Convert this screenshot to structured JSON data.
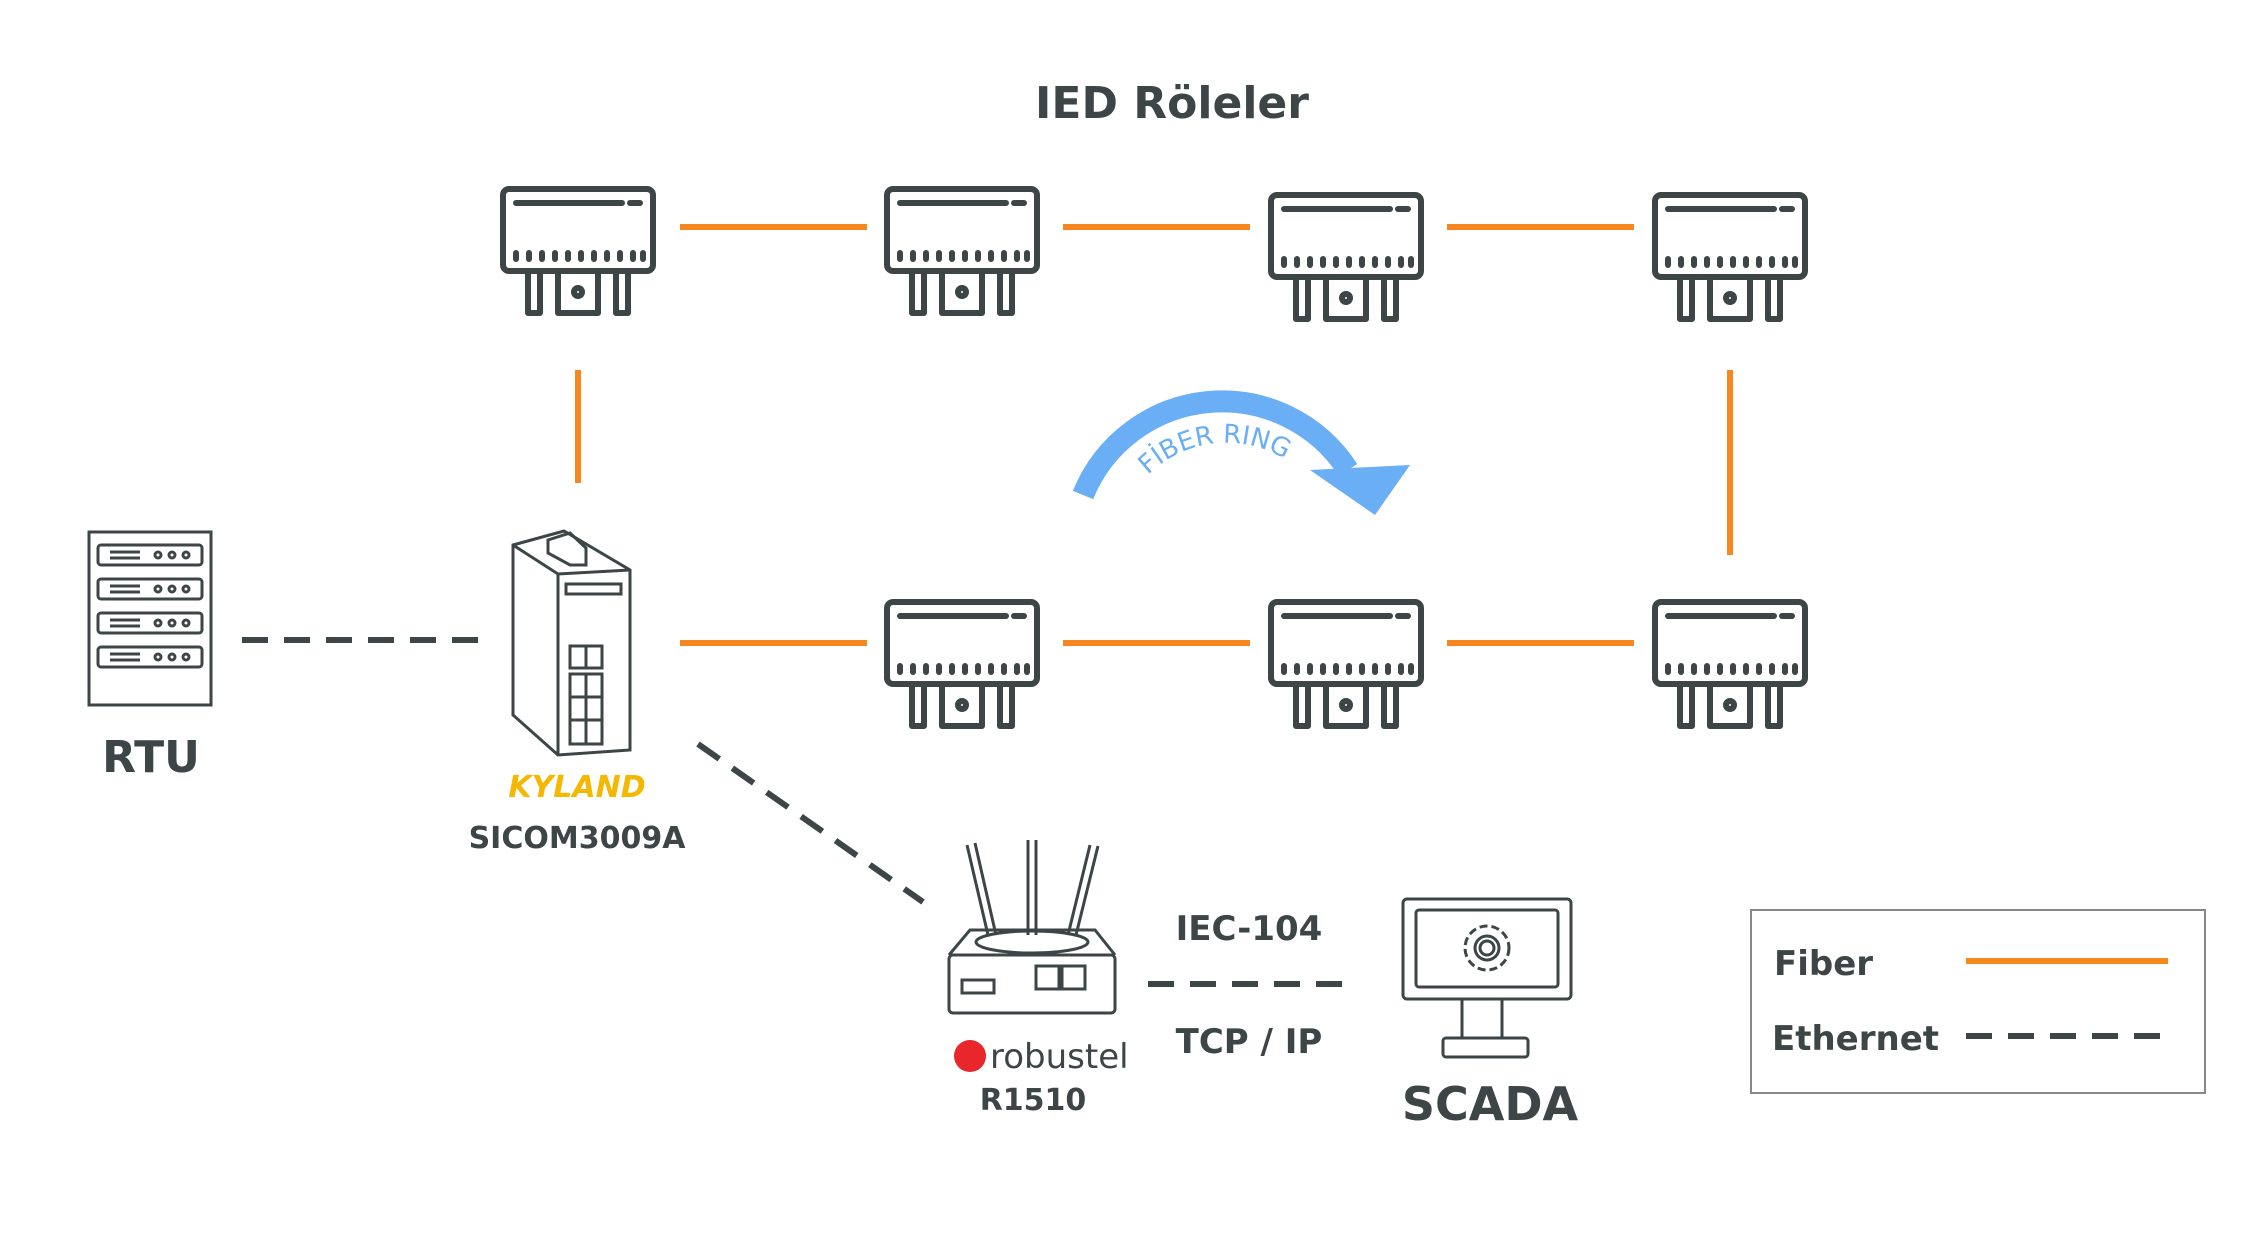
{
  "title": "IED Röleler",
  "ring_label": "FİBER RING",
  "rtu": {
    "label": "RTU"
  },
  "switch": {
    "brand": "KYLAND",
    "model": "SICOM3009A"
  },
  "router": {
    "brand": "robustel",
    "model": "R1510"
  },
  "link": {
    "protocol_top": "IEC-104",
    "protocol_bottom": "TCP / IP"
  },
  "scada": {
    "label": "SCADA"
  },
  "legend": {
    "items": [
      {
        "label": "Fiber",
        "style": "solid",
        "color": "#f7881f"
      },
      {
        "label": "Ethernet",
        "style": "dashed",
        "color": "#3d4547"
      }
    ]
  },
  "colors": {
    "fiber": "#f7881f",
    "ethernet": "#3d4547",
    "ring_arrow": "#6aaef5",
    "kyland": "#f5b800",
    "robustel": "#e8262b"
  }
}
